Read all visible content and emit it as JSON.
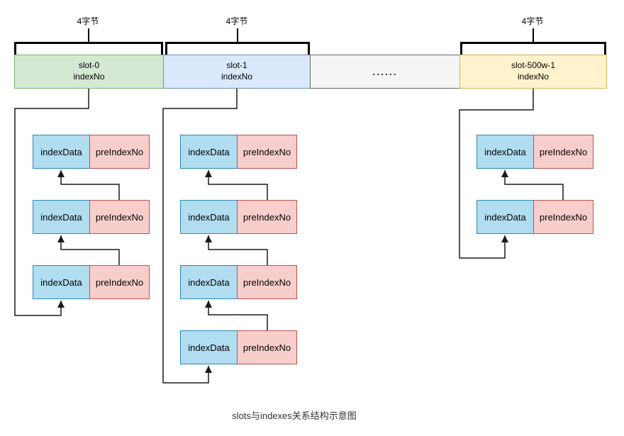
{
  "caption": "slots与indexes关系结构示意图",
  "byte_label": "4字节",
  "labels": {
    "index_data": "indexData",
    "pre_index_no": "preIndexNo"
  },
  "slots": [
    {
      "name": "slot-0",
      "field": "indexNo",
      "fill": "#d5e8d4",
      "stroke": "#82b366"
    },
    {
      "name": "slot-1",
      "field": "indexNo",
      "fill": "#dae8fc",
      "stroke": "#6c8ebf"
    },
    {
      "name": "......",
      "field": "",
      "fill": "#f5f5f5",
      "stroke": "#666666"
    },
    {
      "name": "slot-500w-1",
      "field": "indexNo",
      "fill": "#fff2cc",
      "stroke": "#d6b656"
    }
  ],
  "entry_colors": {
    "index_data_fill": "#b1ddf0",
    "index_data_stroke": "#2e87b5",
    "pre_index_fill": "#f8cecc",
    "pre_index_stroke": "#b85450"
  },
  "line_color": "#1a1a1a",
  "chains": [
    {
      "slot": "slot-0",
      "entry_count": 3
    },
    {
      "slot": "slot-1",
      "entry_count": 4
    },
    {
      "slot": "slot-500w-1",
      "entry_count": 2
    }
  ]
}
